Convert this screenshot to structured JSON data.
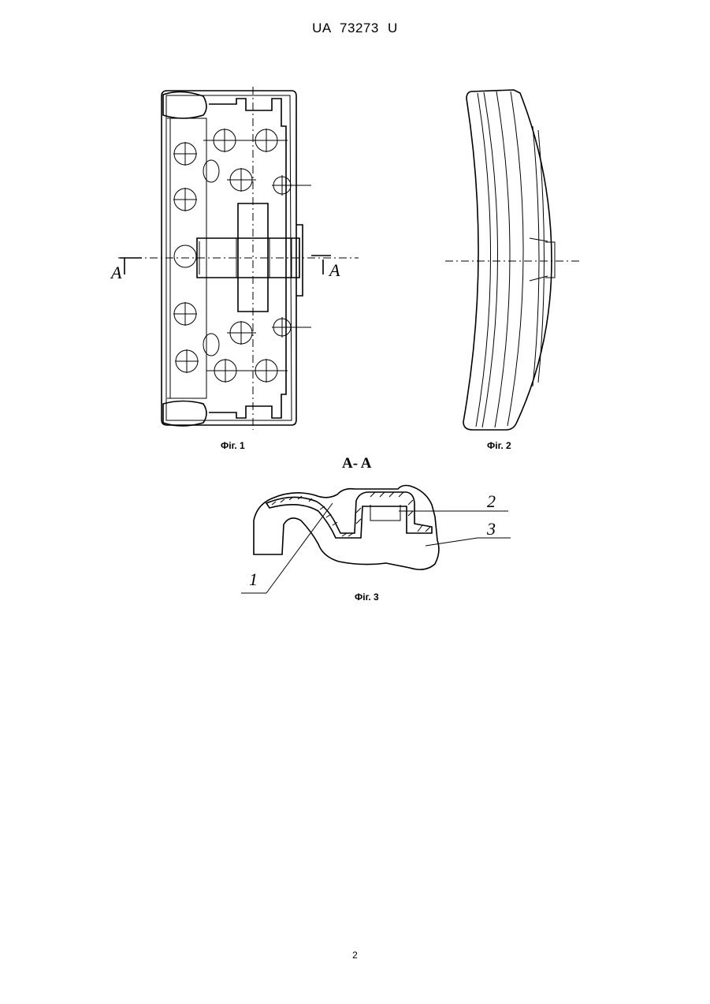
{
  "header": {
    "patent_number": "UA   73273   U"
  },
  "figures": {
    "fig1": {
      "caption": "Фіг. 1",
      "section_mark_left": "A",
      "section_mark_right": "A"
    },
    "fig2": {
      "caption": "Фіг. 2"
    },
    "fig3": {
      "caption": "Фіг. 3",
      "section_title": "A- A",
      "callouts": [
        "1",
        "2",
        "3"
      ]
    }
  },
  "footer": {
    "page_number": "2"
  }
}
